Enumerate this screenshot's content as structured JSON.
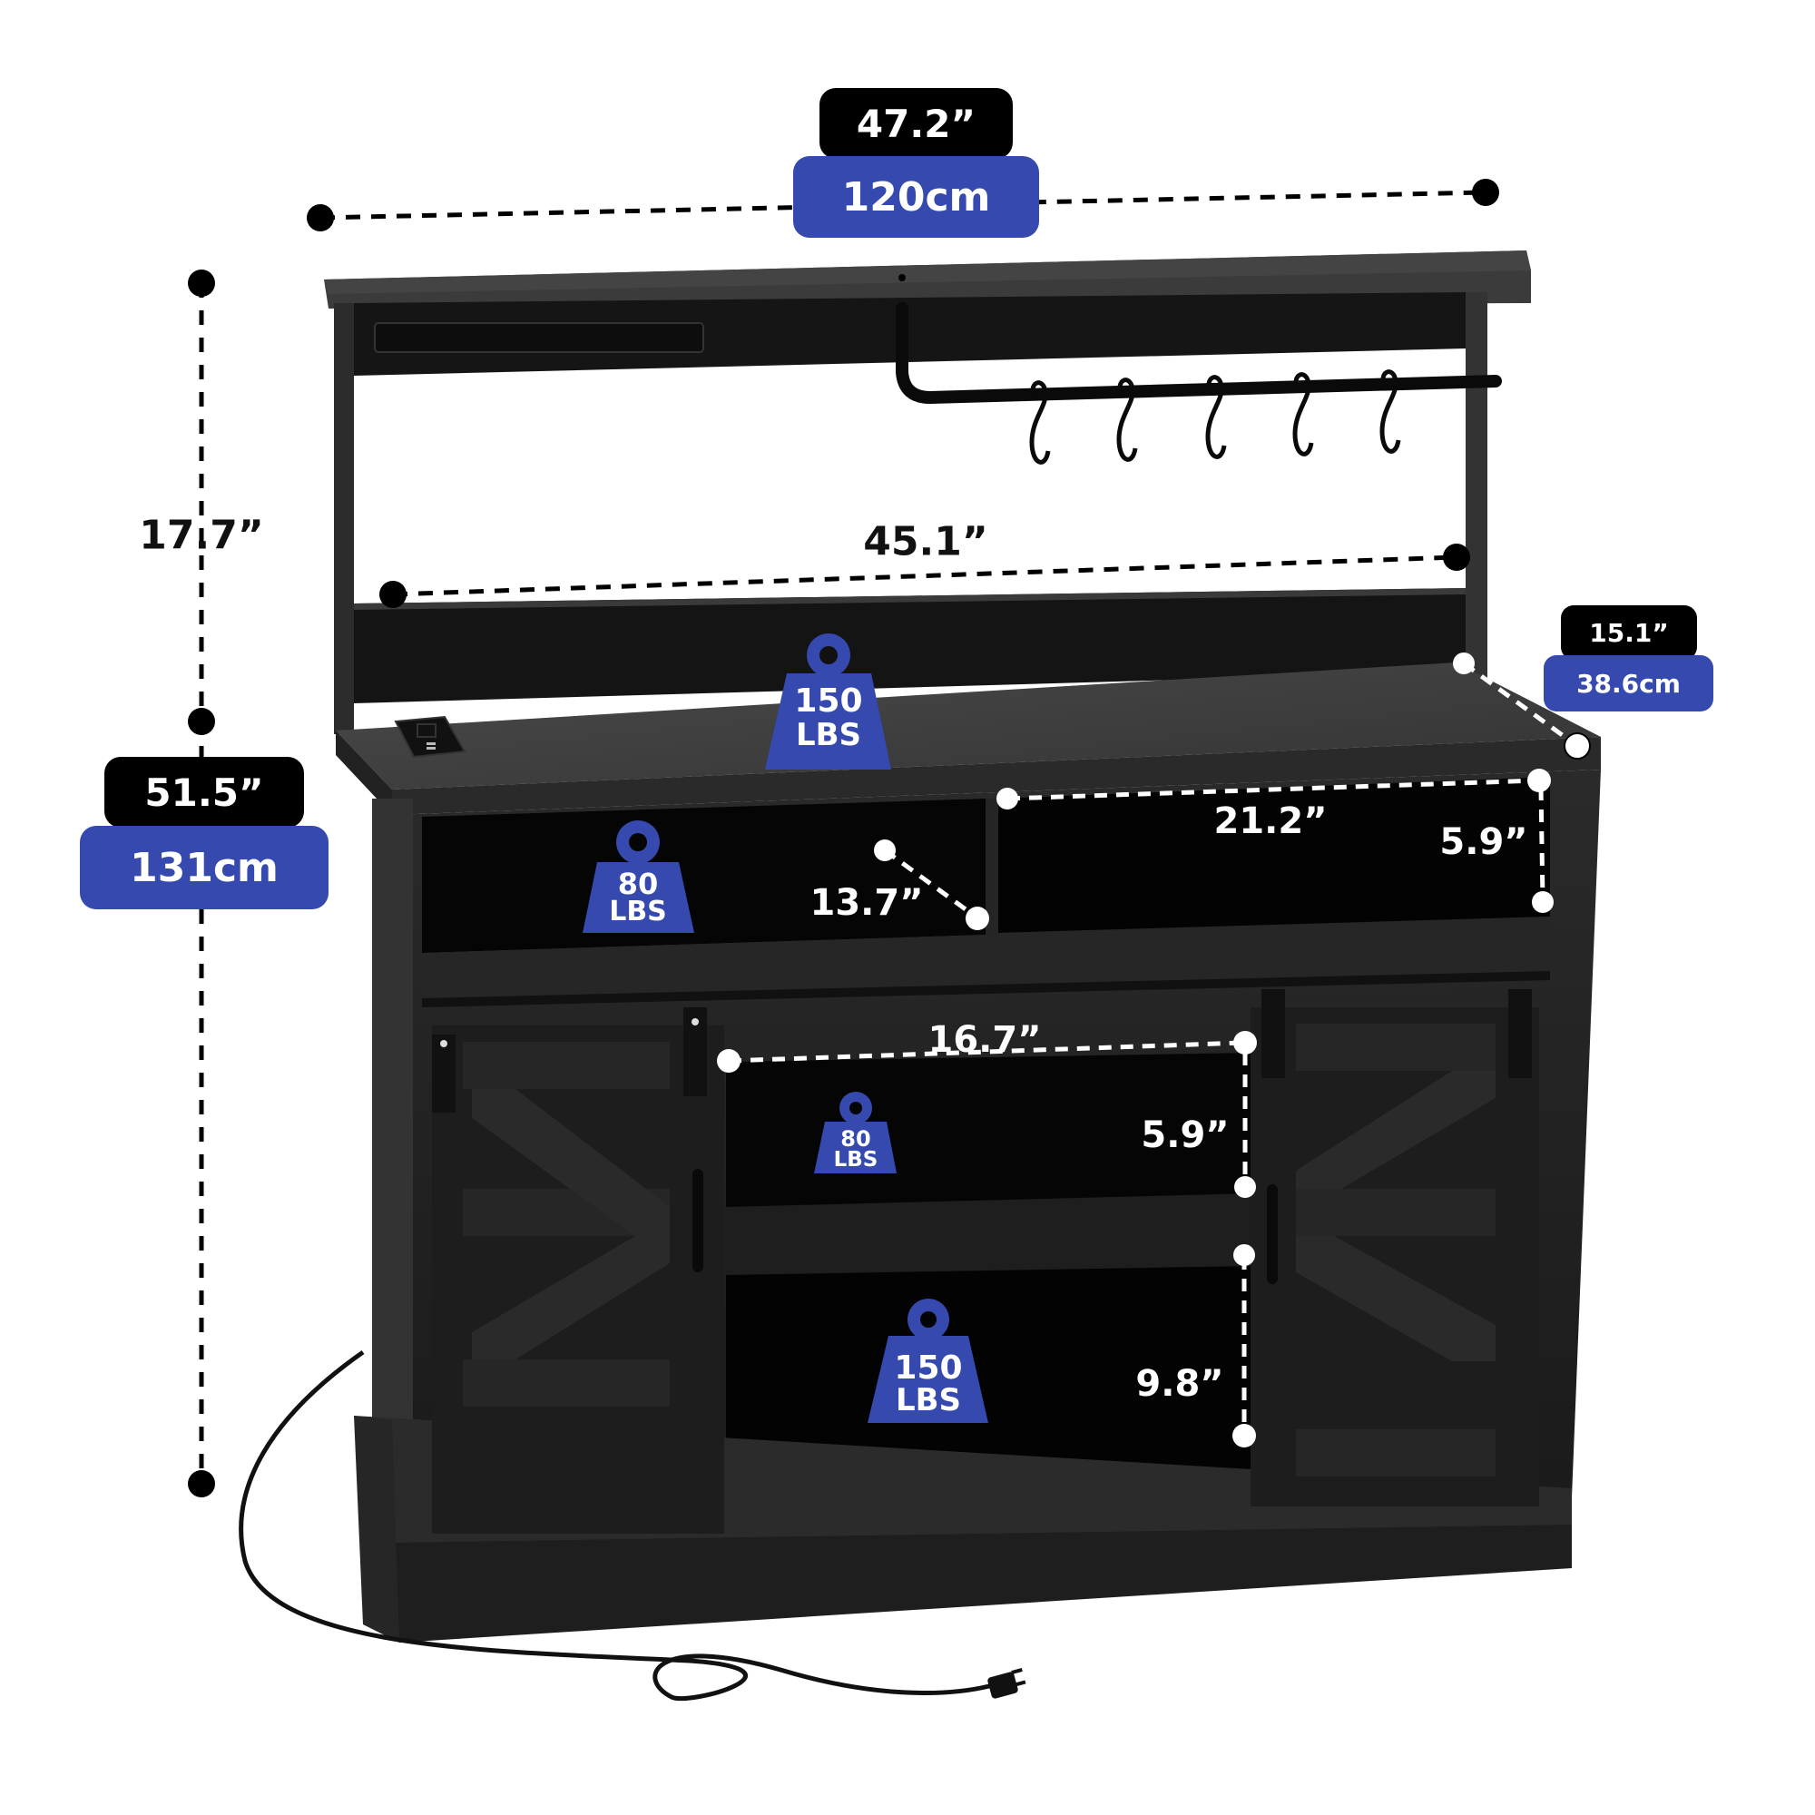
{
  "product": {
    "name": "Farmhouse coffee bar cabinet with hutch, sliding barn doors, power outlet and S-hooks",
    "finish_color": "#1e1e1e",
    "accent_color": "#3549ae"
  },
  "dimensions": {
    "overall_width": {
      "inch": "47.2”",
      "cm": "120cm"
    },
    "overall_height": {
      "inch": "51.5”",
      "cm": "131cm"
    },
    "hutch_height": {
      "inch": "17.7”"
    },
    "hutch_inner_width": {
      "inch": "45.1”"
    },
    "depth": {
      "inch": "15.1”",
      "cm": "38.6cm"
    },
    "upper_cubby_width": {
      "inch": "21.2”"
    },
    "upper_cubby_height": {
      "inch": "5.9”"
    },
    "upper_cubby_depth": {
      "inch": "13.7”"
    },
    "middle_shelf_width": {
      "inch": "16.7”"
    },
    "middle_shelf_height": {
      "inch": "5.9”"
    },
    "lower_shelf_height": {
      "inch": "9.8”"
    }
  },
  "weight_capacities": [
    {
      "area": "countertop",
      "value": "150",
      "unit": "LBS"
    },
    {
      "area": "upper-left-cubby",
      "value": "80",
      "unit": "LBS"
    },
    {
      "area": "middle-shelf",
      "value": "80",
      "unit": "LBS"
    },
    {
      "area": "bottom-shelf",
      "value": "150",
      "unit": "LBS"
    }
  ],
  "features": {
    "hook_count": 5,
    "outlet": "power-outlet-icon",
    "cord": "power-cord-plug-icon"
  }
}
